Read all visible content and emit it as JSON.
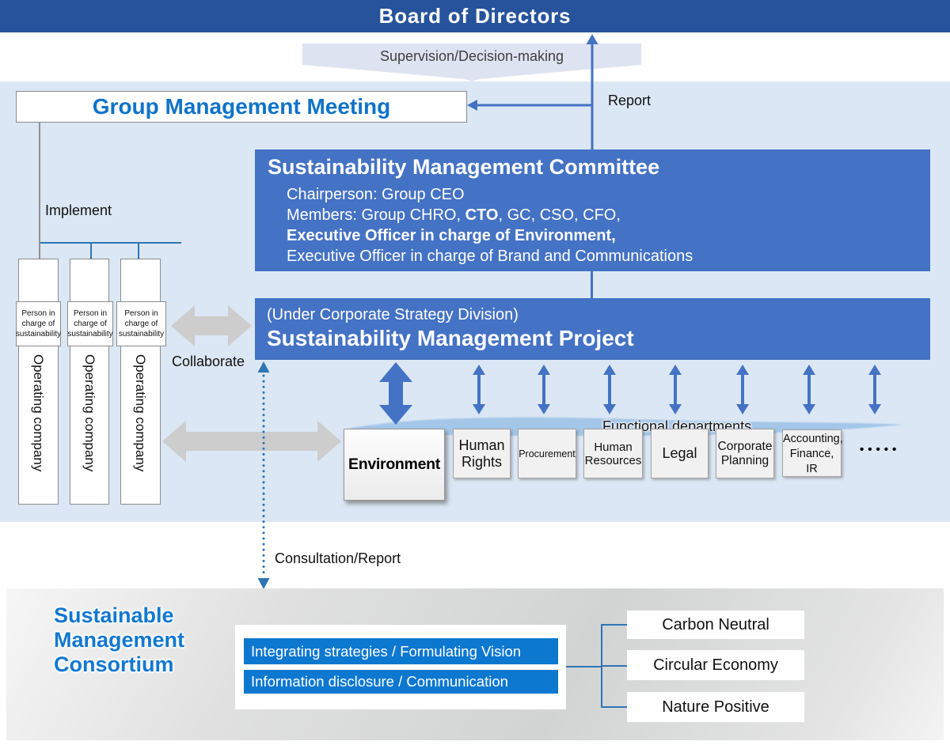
{
  "banner": {
    "title": "Board of Directors"
  },
  "flow": {
    "supervision_label": "Supervision/Decision-making",
    "report_label": "Report",
    "implement_label": "Implement",
    "collaborate_label": "Collaborate",
    "consultation_label": "Consultation/Report"
  },
  "group_meeting": {
    "title": "Group Management Meeting"
  },
  "committee": {
    "title": "Sustainability Management Committee",
    "line_chair": "Chairperson: Group CEO",
    "members_prefix": "Members: Group CHRO, ",
    "members_bold": "CTO",
    "members_suffix": ", GC, CSO, CFO,",
    "line_env": "Executive Officer in charge of Environment,",
    "line_brand": "Executive Officer in charge of Brand and Communications"
  },
  "project": {
    "subtitle": "(Under Corporate Strategy Division)",
    "title": "Sustainability Management Project"
  },
  "operating": {
    "person_label": "Person in charge of sustainability",
    "company_label": "Operating company"
  },
  "functional": {
    "caption": "Functional departments",
    "departments": [
      "Environment",
      "Human Rights",
      "Procurement",
      "Human Resources",
      "Legal",
      "Corporate Planning",
      "Accounting, Finance, IR"
    ],
    "more": "•••••"
  },
  "consortium": {
    "title_lines": [
      "Sustainable",
      "Management",
      "Consortium"
    ],
    "activities": [
      "Integrating strategies / Formulating Vision",
      "Information disclosure / Communication"
    ],
    "themes": [
      "Carbon Neutral",
      "Circular Economy",
      "Nature Positive"
    ]
  },
  "colors": {
    "banner_blue": "#26539B",
    "box_blue": "#4472C4",
    "panel_blue": "#DBE7F4",
    "accent_blue": "#0E73C9",
    "bar_blue": "#0D78D0",
    "connector_blue": "#2E75B6",
    "gray_arrow": "#CDCDCD"
  }
}
